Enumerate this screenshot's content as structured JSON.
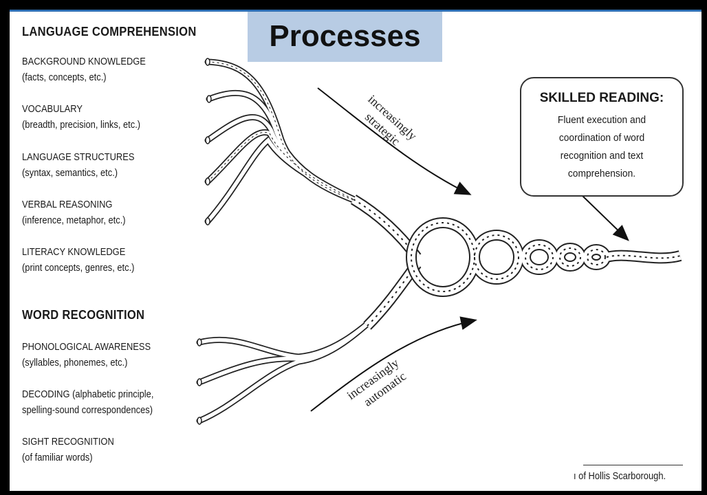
{
  "title": "Processes",
  "sections": {
    "language_comprehension": {
      "heading": "LANGUAGE COMPREHENSION",
      "items": [
        {
          "label": "BACKGROUND KNOWLEDGE",
          "detail": "(facts, concepts, etc.)"
        },
        {
          "label": "VOCABULARY",
          "detail": "(breadth, precision, links, etc.)"
        },
        {
          "label": "LANGUAGE STRUCTURES",
          "detail": "(syntax, semantics, etc.)"
        },
        {
          "label": "VERBAL REASONING",
          "detail": "(inference, metaphor, etc.)"
        },
        {
          "label": "LITERACY KNOWLEDGE",
          "detail": "(print concepts, genres, etc.)"
        }
      ]
    },
    "word_recognition": {
      "heading": "WORD RECOGNITION",
      "items": [
        {
          "label": "PHONOLOGICAL AWARENESS",
          "detail": "(syllables, phonemes, etc.)"
        },
        {
          "label": "DECODING (alphabetic principle,",
          "detail": "spelling-sound correspondences)"
        },
        {
          "label": "SIGHT RECOGNITION",
          "detail": "(of familiar words)"
        }
      ]
    }
  },
  "arrows": {
    "upper": {
      "line1": "increasingly",
      "line2": "strategic"
    },
    "lower": {
      "line1": "increasingly",
      "line2": "automatic"
    }
  },
  "callout": {
    "title": "SKILLED READING:",
    "body": "Fluent execution and\ncoordination of word\nrecognition and text\ncomprehension."
  },
  "credit": "ı of Hollis Scarborough.",
  "colors": {
    "title_bg": "#b8cce4",
    "frame": "#000000",
    "top_rule": "#2e6fb4",
    "ink": "#1a1a1a"
  }
}
